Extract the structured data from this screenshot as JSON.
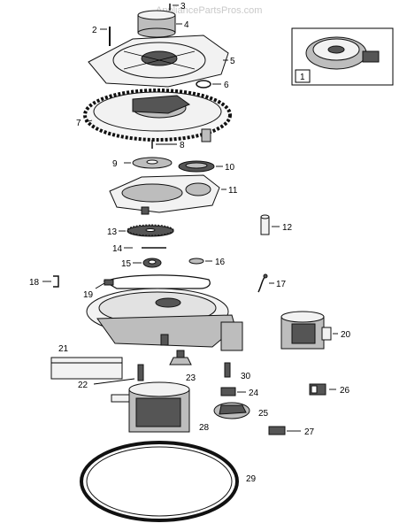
{
  "watermark": "AppliancePartsPros.com",
  "inset": {
    "label": "1"
  },
  "callouts": {
    "c1": "1",
    "c2": "2",
    "c3": "3",
    "c4": "4",
    "c5": "5",
    "c6": "6",
    "c7": "7",
    "c8": "8",
    "c9": "9",
    "c10": "10",
    "c11": "11",
    "c12": "12",
    "c13": "13",
    "c14": "14",
    "c15": "15",
    "c16": "16",
    "c17": "17",
    "c18": "18",
    "c19": "19",
    "c20": "20",
    "c21": "21",
    "c22": "22",
    "c23": "23",
    "c24": "24",
    "c25": "25",
    "c26": "26",
    "c27": "27",
    "c28": "28",
    "c29": "29",
    "c30": "30"
  }
}
